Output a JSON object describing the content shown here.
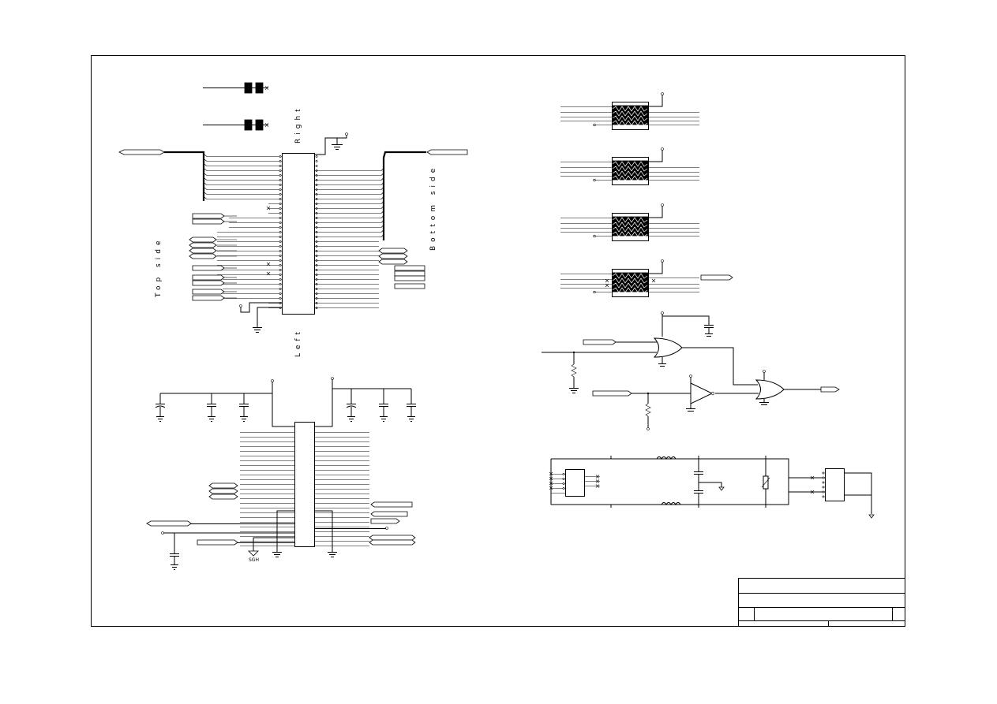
{
  "labels": {
    "right": "Right",
    "left": "Left",
    "top_side": "Top side",
    "bottom_side": "Bottom side",
    "ground_tag": "SGH"
  },
  "colors": {
    "ink": "#000000",
    "paper": "#ffffff"
  }
}
